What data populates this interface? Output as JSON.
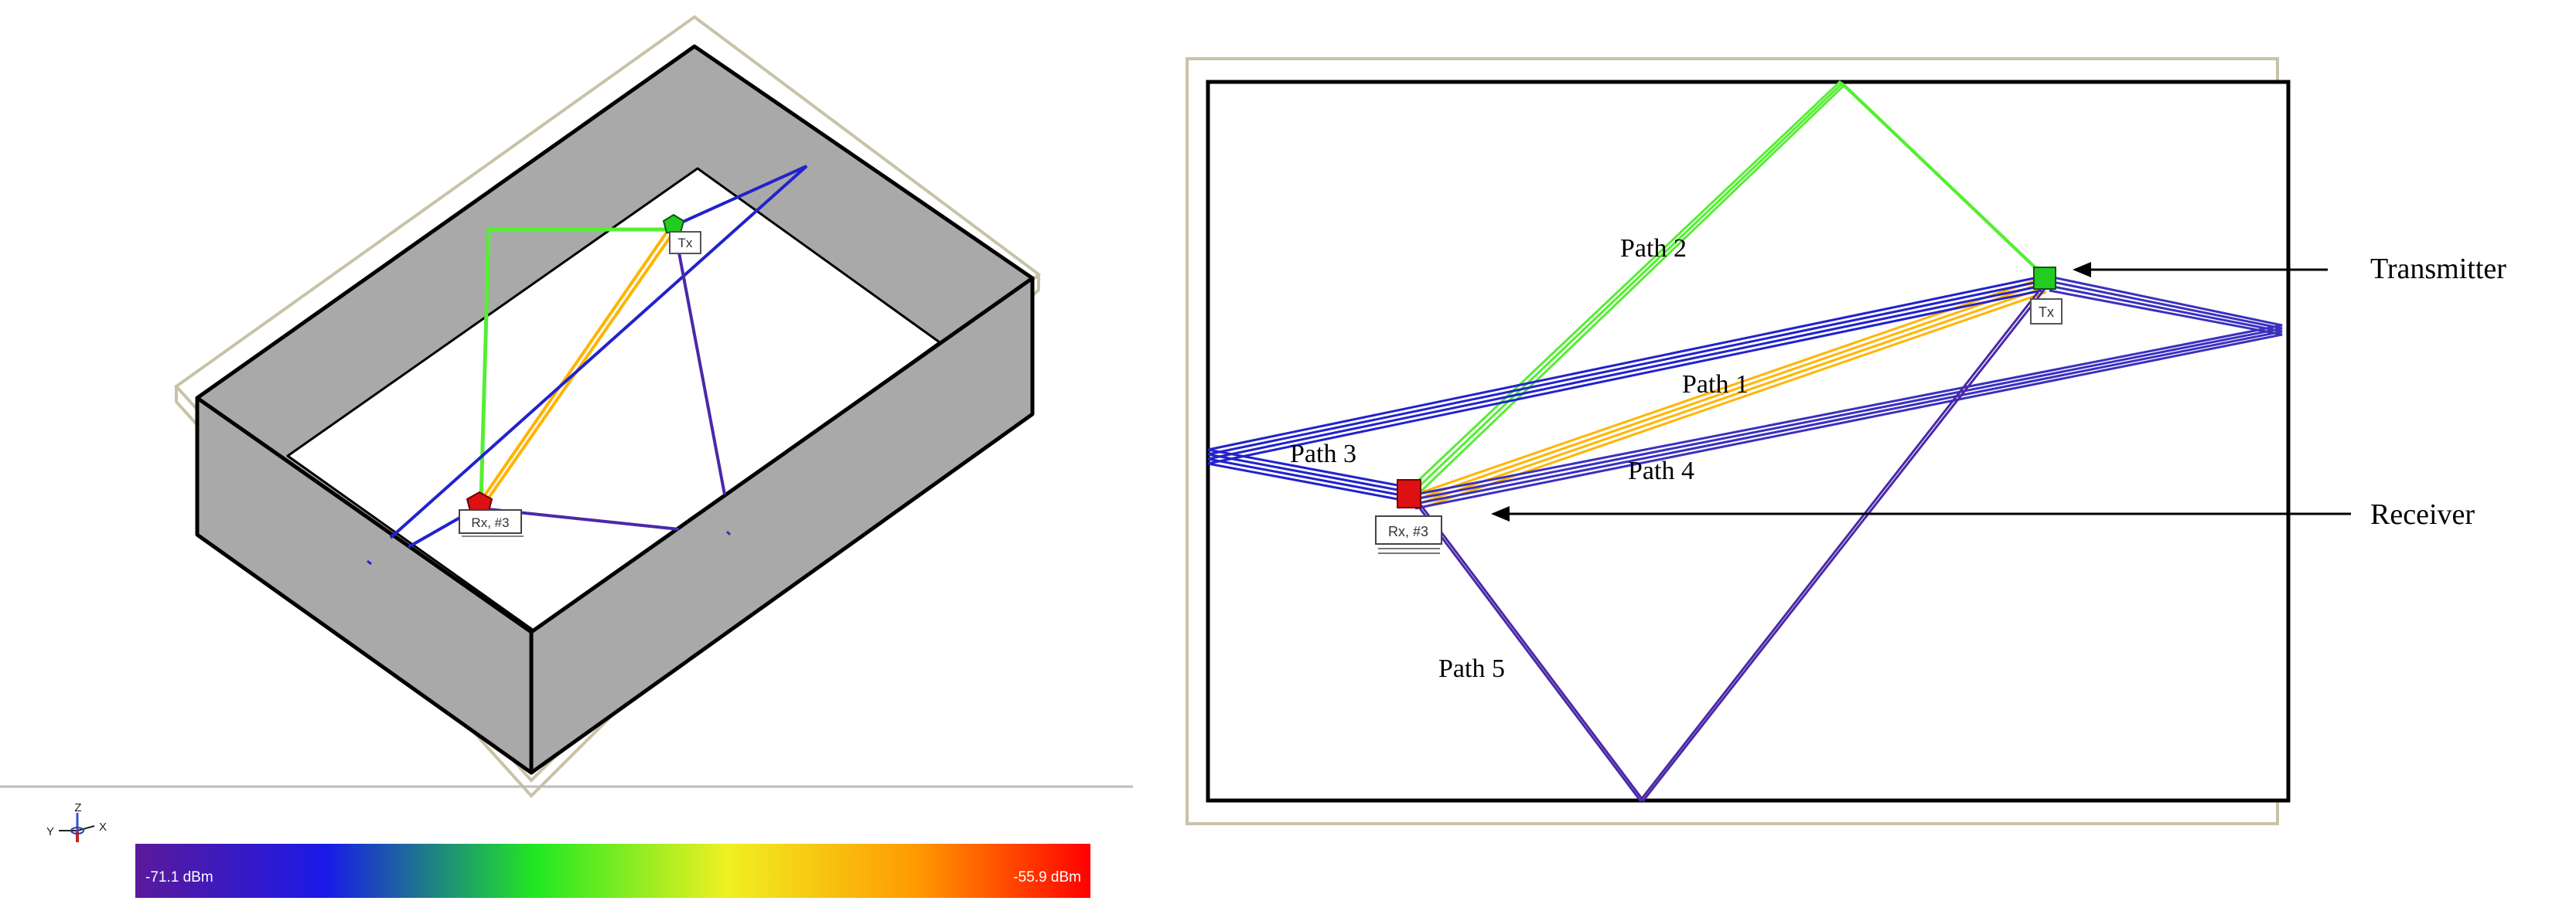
{
  "left_view": {
    "tx_tag": "Tx",
    "rx_tag": "Rx, #3",
    "axis_labels": {
      "y": "Y",
      "z": "Z",
      "x": "X"
    },
    "colorbar": {
      "min_label": "-71.1 dBm",
      "max_label": "-55.9 dBm"
    }
  },
  "right_view": {
    "tx_tag": "Tx",
    "rx_tag": "Rx, #3",
    "path_labels": {
      "path1": "Path 1",
      "path2": "Path 2",
      "path3": "Path 3",
      "path4": "Path 4",
      "path5": "Path 5"
    },
    "callouts": {
      "transmitter": "Transmitter",
      "receiver": "Receiver"
    }
  },
  "colors": {
    "wall_gray": "#a9a9a9",
    "outline_olive": "#c8c3a8",
    "tx_green": "#22cc22",
    "rx_red": "#dd1111",
    "ray_blue": "#2222cc",
    "ray_purple": "#4a28a8",
    "ray_green": "#55ee33",
    "ray_orange": "#ffb400"
  }
}
